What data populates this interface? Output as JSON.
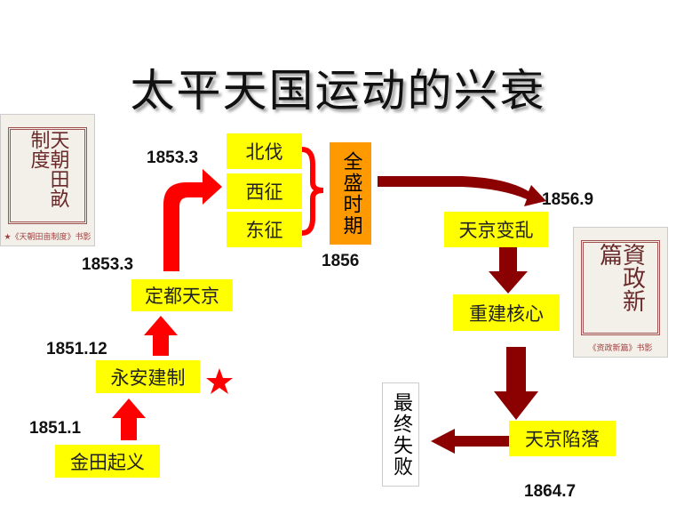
{
  "title": "太平天国运动的兴衰",
  "events": {
    "jintian": "金田起义",
    "yongan": "永安建制",
    "dingdu": "定都天京",
    "beifa": "北伐",
    "xizheng": "西征",
    "dongzheng": "东征",
    "quansheng": "全盛时期",
    "bianluan": "天京变乱",
    "chongjian": "重建核心",
    "xianluo": "天京陷落",
    "shibai": "最终失败"
  },
  "dates": {
    "d1": "1851.1",
    "d2": "1851.12",
    "d3": "1853.3",
    "d4": "1853.3",
    "d5": "1856",
    "d6": "1856.9",
    "d7": "1864.7"
  },
  "books": {
    "left": {
      "title": "天朝田畝制度",
      "caption": "★《天朝田亩制度》书影"
    },
    "right": {
      "title": "資政新篇",
      "caption": "《资政新篇》书影"
    }
  },
  "colors": {
    "box": "#ffff00",
    "orange": "#ff9900",
    "red": "#ff0000",
    "darkred": "#8b0000"
  }
}
